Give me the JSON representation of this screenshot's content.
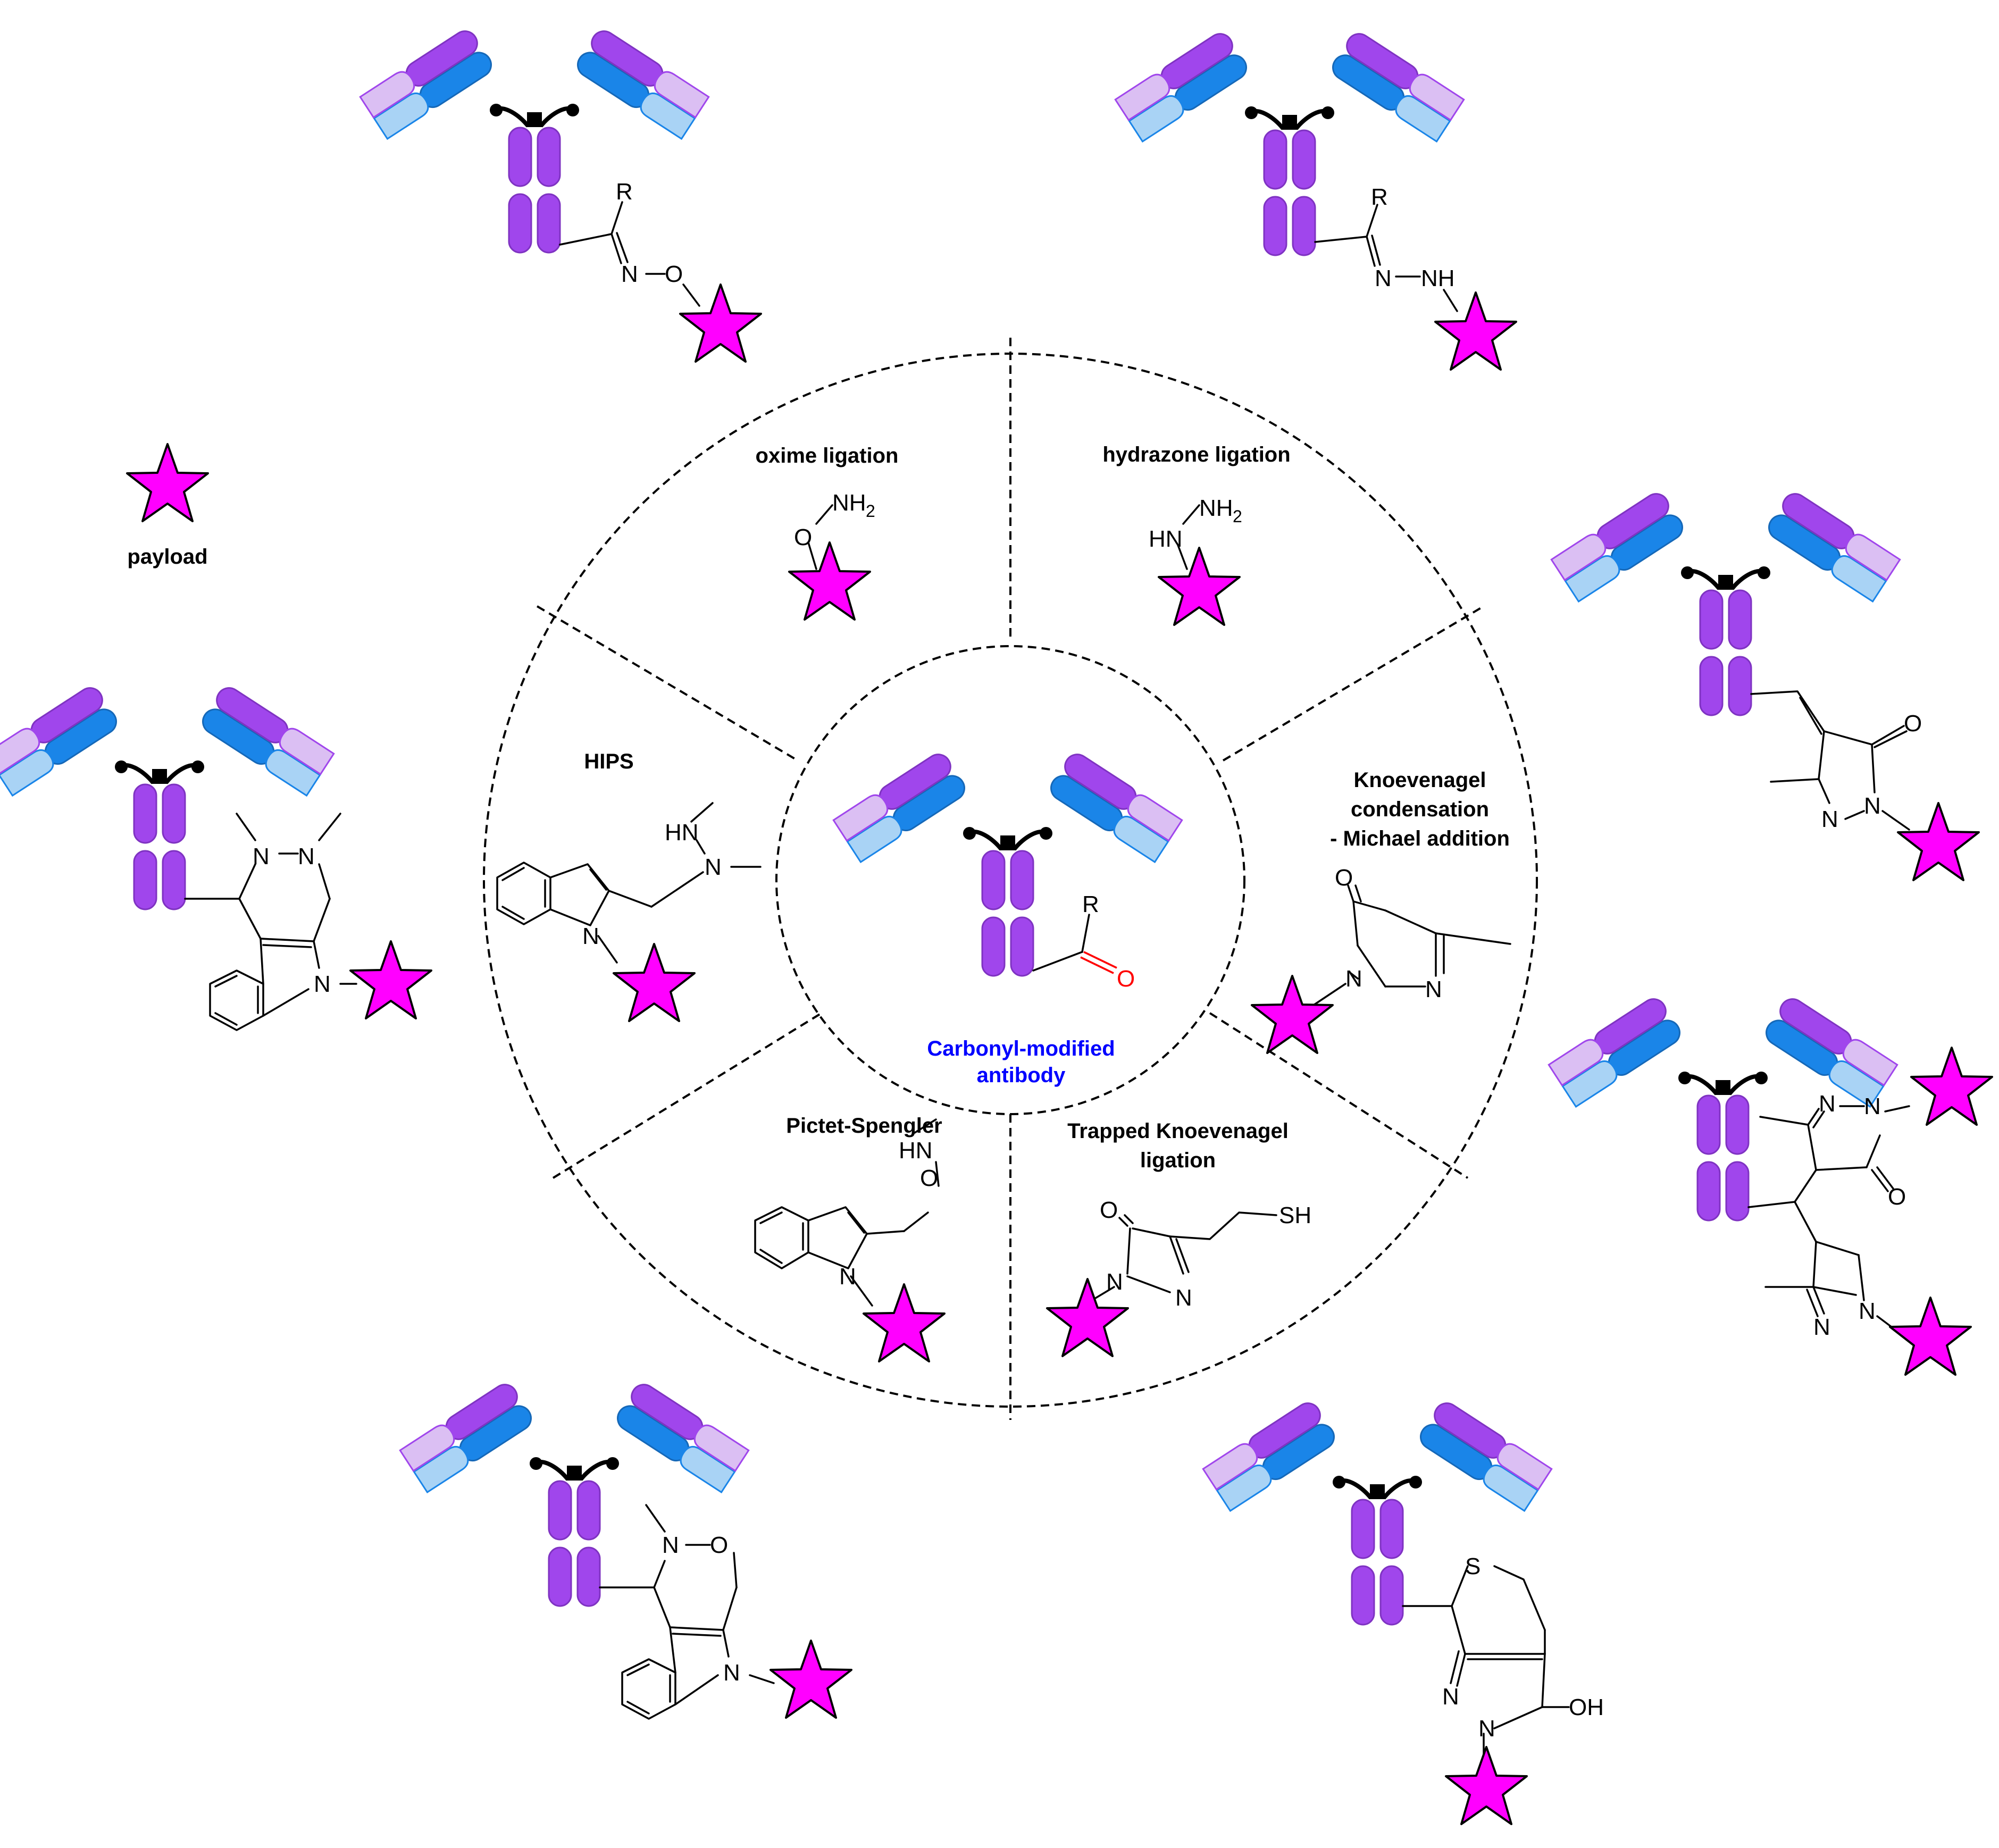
{
  "colors": {
    "purple": "#a046ec",
    "blue": "#1a85e8",
    "light_blue": "#a9d3f5",
    "light_purple": "#dbbff3",
    "payload_magenta": "#ff00ff",
    "center_label_blue": "#0000ff",
    "carbonyl_red": "#ff0000"
  },
  "legend": {
    "payload_label": "payload"
  },
  "center": {
    "line1": "Carbonyl-modified",
    "line2": "antibody"
  },
  "sectors": {
    "oxime": {
      "label": "oxime ligation"
    },
    "hydrazone": {
      "label": "hydrazone ligation"
    },
    "knoevenagel": {
      "line1": "Knoevenagel",
      "line2": "condensation",
      "line3": "- Michael addition"
    },
    "trapped": {
      "line1": "Trapped Knoevenagel",
      "line2": "ligation"
    },
    "pictet": {
      "label": "Pictet-Spengler"
    },
    "hips": {
      "label": "HIPS"
    }
  },
  "atoms": {
    "R": "R",
    "O": "O",
    "N": "N",
    "S": "S",
    "NH": "NH",
    "HN": "HN",
    "NH2": "NH",
    "sub2": "2",
    "SH": "SH",
    "OH": "OH"
  },
  "icons": [
    "antibody-icon",
    "payload-star-icon",
    "indole-ring",
    "pyrazolone-ring"
  ]
}
